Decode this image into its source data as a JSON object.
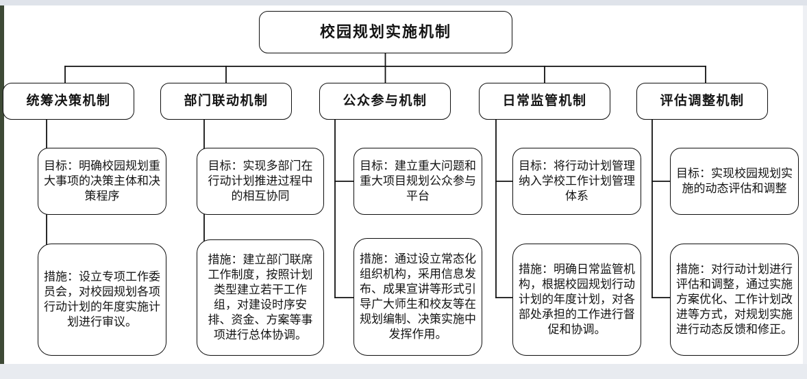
{
  "document": {
    "type": "organization-flow-chart",
    "language": "zh-CN"
  },
  "chart_data": {
    "type": "tree-diagram",
    "title": "校园规划实施机制",
    "levels": 3,
    "branch_count": 5
  },
  "root": {
    "label": "校园规划实施机制"
  },
  "branches": [
    {
      "id": "branch-1",
      "title": "统筹决策机制",
      "goal": "目标：明确校园规划重大事项的决策主体和决策程序",
      "measure": "措施：设立专项工作委员会，对校园规划各项行动计划的年度实施计划进行审议。"
    },
    {
      "id": "branch-2",
      "title": "部门联动机制",
      "goal": "目标：实现多部门在行动计划推进过程中的相互协同",
      "measure": "措施：建立部门联席工作制度，按照计划类型建立若干工作组，对建设时序安排、资金、方案等事项进行总体协调。"
    },
    {
      "id": "branch-3",
      "title": "公众参与机制",
      "goal": "目标：建立重大问题和重大项目规划公众参与平台",
      "measure": "措施：通过设立常态化组织机构，采用信息发布、成果宣讲等形式引导广大师生和校友等在规划编制、决策实施中发挥作用。"
    },
    {
      "id": "branch-4",
      "title": "日常监管机制",
      "goal": "目标：将行动计划管理纳入学校工作计划管理体系",
      "measure": "措施：明确日常监管机构，根据校园规划行动计划的年度计划，对各部处承担的工作进行督促和协调。"
    },
    {
      "id": "branch-5",
      "title": "评估调整机制",
      "goal": "目标：实现校园规划实施的动态评估和调整",
      "measure": "措施：对行动计划进行评估和调整，通过实施方案优化、工作计划改进等方式，对规划实施进行动态反馈和修正。"
    }
  ],
  "colors": {
    "page_background": "#ffffff",
    "outer_background": "#3e4a36",
    "strip": "#dfe3ea",
    "stroke": "#0d0d0d",
    "text": "#141414"
  }
}
